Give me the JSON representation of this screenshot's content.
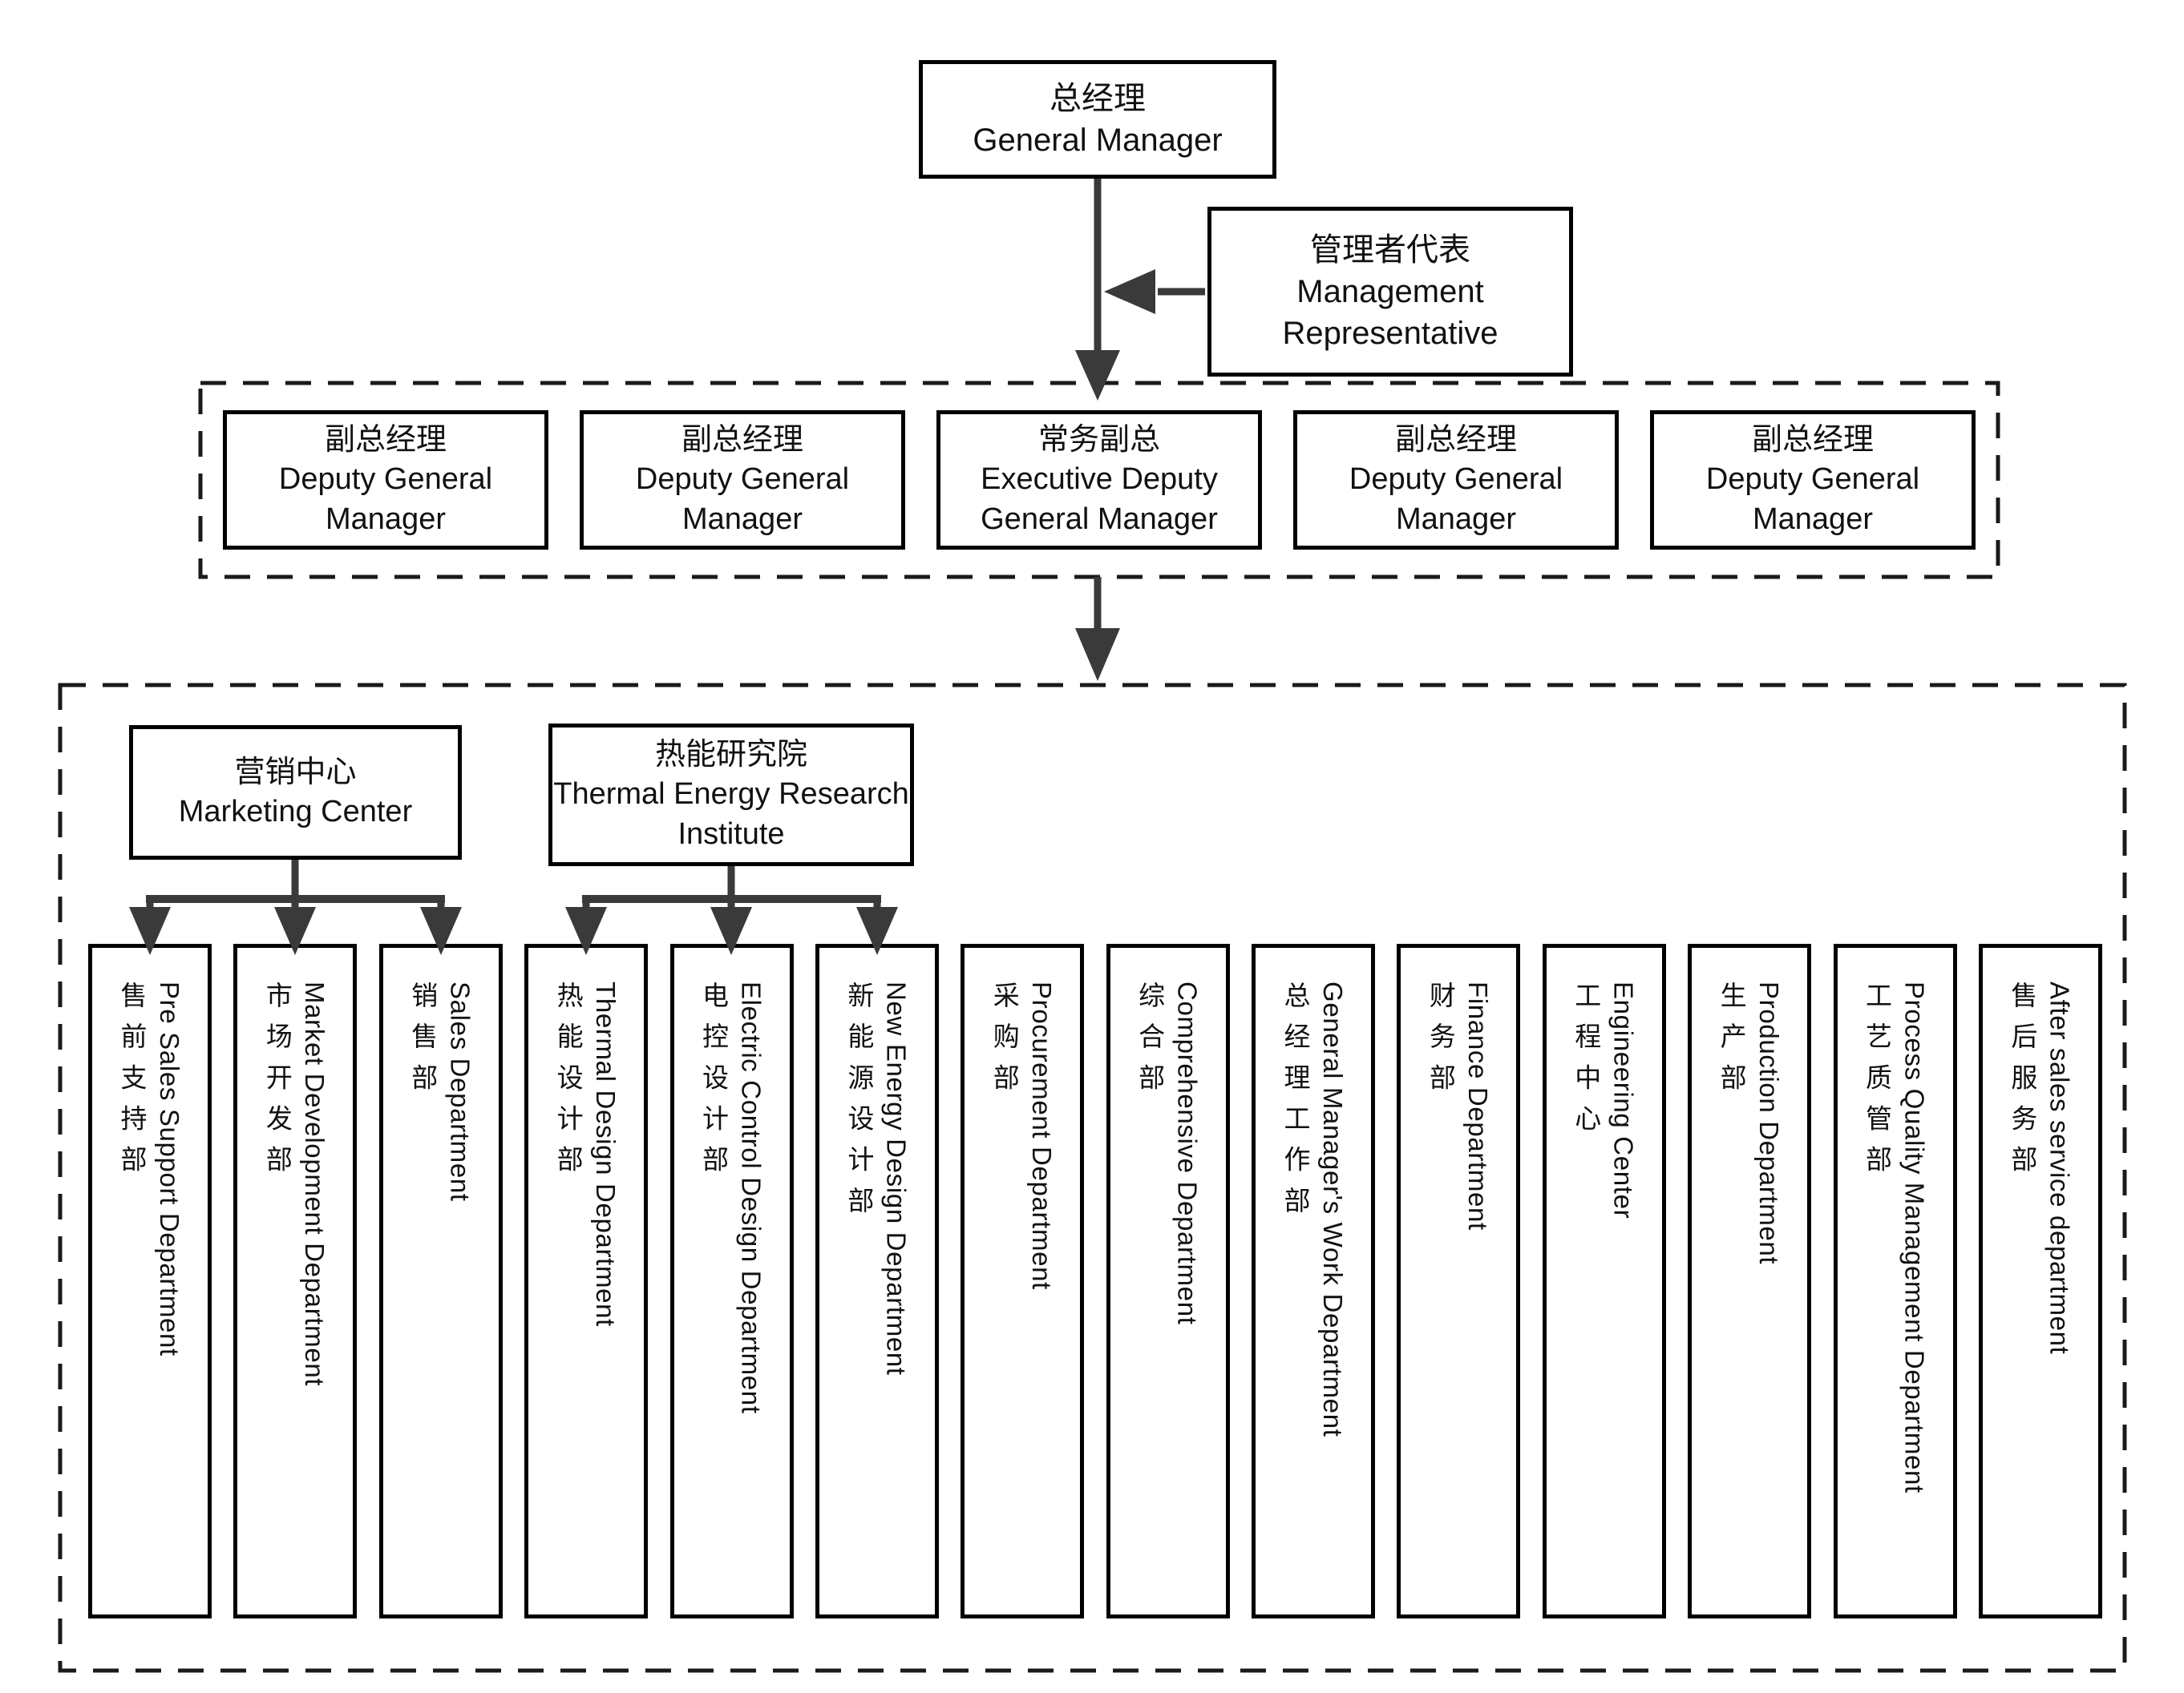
{
  "org_chart": {
    "general_manager": {
      "zh": "总经理",
      "en": "General Manager"
    },
    "management_representative": {
      "zh": "管理者代表",
      "en": "Management Representative"
    },
    "deputies": [
      {
        "zh": "副总经理",
        "en": "Deputy General Manager"
      },
      {
        "zh": "副总经理",
        "en": "Deputy General Manager"
      },
      {
        "zh": "常务副总",
        "en": "Executive Deputy General Manager"
      },
      {
        "zh": "副总经理",
        "en": "Deputy General Manager"
      },
      {
        "zh": "副总经理",
        "en": "Deputy General Manager"
      }
    ],
    "groups": [
      {
        "zh": "营销中心",
        "en": "Marketing Center"
      },
      {
        "zh": "热能研究院",
        "en": "Thermal Energy Research Institute"
      }
    ],
    "departments": [
      {
        "zh": "售前支持部",
        "en": "Pre Sales Support Department"
      },
      {
        "zh": "市场开发部",
        "en": "Market Development Department"
      },
      {
        "zh": "销售部",
        "en": "Sales Department"
      },
      {
        "zh": "热能设计部",
        "en": "Thermal Design Department"
      },
      {
        "zh": "电控设计部",
        "en": "Electric Control Design Department"
      },
      {
        "zh": "新能源设计部",
        "en": "New Energy Design Department"
      },
      {
        "zh": "采购部",
        "en": "Procurement Department"
      },
      {
        "zh": "综合部",
        "en": "Comprehensive Department"
      },
      {
        "zh": "总经理工作部",
        "en": "General Manager's Work Department"
      },
      {
        "zh": "财务部",
        "en": "Finance Department"
      },
      {
        "zh": "工程中心",
        "en": "Engineering Center"
      },
      {
        "zh": "生产部",
        "en": "Production Department"
      },
      {
        "zh": "工艺质管部",
        "en": "Process Quality Management Department"
      },
      {
        "zh": "售后服务部",
        "en": "After sales service department"
      }
    ],
    "colors": {
      "connector": "#3a3a3a",
      "border": "#000000",
      "dashed_frame": "#1a1a1a",
      "background": "#ffffff",
      "text": "#111111"
    }
  }
}
